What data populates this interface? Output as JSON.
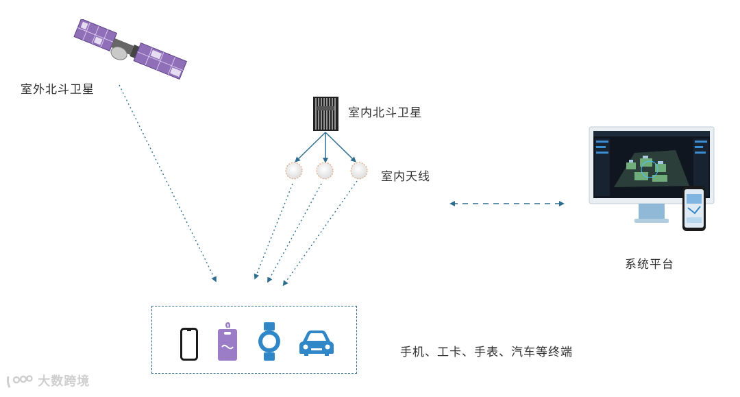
{
  "labels": {
    "outdoor_satellite": "室外北斗卫星",
    "indoor_satellite": "室内北斗卫星",
    "indoor_antenna": "室内天线",
    "system_platform": "系统平台",
    "terminals": "手机、工卡、手表、汽车等终端"
  },
  "watermark": {
    "text": "大数跨境"
  },
  "colors": {
    "line": "#2e6d8e",
    "device": "#2f87c8",
    "tag": "#9b7cc6",
    "antenna_border": "#e89b6a",
    "panel": "#8f6fb7"
  },
  "icons": {
    "phone": "smartphone-icon",
    "badge": "work-card-icon",
    "watch": "smartwatch-icon",
    "car": "car-icon"
  }
}
